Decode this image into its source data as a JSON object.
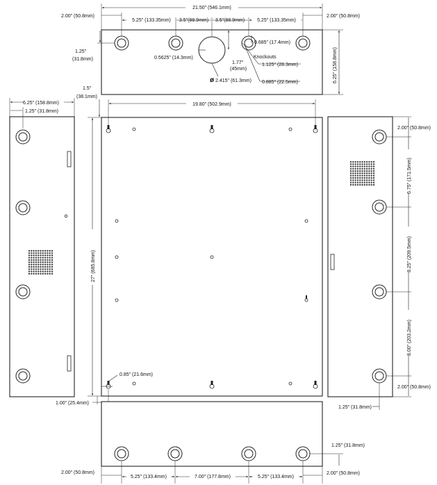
{
  "drawing": {
    "top_view": {
      "overall_width": "21.50\" (546.1mm)",
      "left_edge_offset": "2.00\" (50.8mm)",
      "right_edge_offset": "2.00\" (50.8mm)",
      "spacing_left": "5.25\" (133.35mm)",
      "spacing_center_left": "3.5\"(88.9mm)",
      "spacing_center_right": "3.5\"(88.9mm)",
      "spacing_right": "5.25\" (133.35mm)",
      "depth_left": "1.25\"",
      "depth_left_mm": "(31.8mm)",
      "small_ko_offset": "0.5625\" (14.3mm)",
      "large_ko_center": "1.77\"",
      "large_ko_center_mm": "(45mm)",
      "large_ko_diameter": "2.415\" (61.3mm)",
      "diameter_symbol": "ø",
      "knockouts_heading": "Knockouts",
      "knockout_dia_1": "1.125\" (28.3mm)",
      "knockout_dia_2": "0.885\" (22.5mm)",
      "ko_offset": "0.685\" (17.4mm)",
      "depth_right": "6.25\" (158.8mm)"
    },
    "left_view": {
      "depth": "6.25\" (158.8mm)",
      "ko_offset": "1.25\" (31.8mm)"
    },
    "front_view": {
      "top_offset": "1.5\"",
      "top_offset_mm": "(38.1mm)",
      "width": "19.80\" (502.9mm)",
      "height": "27\" (685.8mm)",
      "bottom_hole_offset": "0.85\" (21.6mm)",
      "bottom_edge_offset": "1.00\" (25.4mm)"
    },
    "right_view": {
      "top_offset": "2.00\" (50.8mm)",
      "spacing_1": "6.75\" (171.5mm)",
      "spacing_2": "8.25\" (209.5mm)",
      "spacing_3": "8.00\" (203.2mm)",
      "bottom_offset": "2.00\" (50.8mm)",
      "ko_offset": "1.25\" (31.8mm)"
    },
    "bottom_view": {
      "ko_offset": "1.25\" (31.8mm)",
      "left_edge_offset": "2.00\" (50.8mm)",
      "spacing_left": "5.25\" (133.4mm)",
      "spacing_center": "7.00\" (177.8mm)",
      "spacing_right": "5.25\" (133.4mm)",
      "right_edge_offset": "2.00\" (50.8mm)"
    }
  },
  "colors": {
    "line": "#222222",
    "background": "#ffffff",
    "vent": "#444444"
  }
}
